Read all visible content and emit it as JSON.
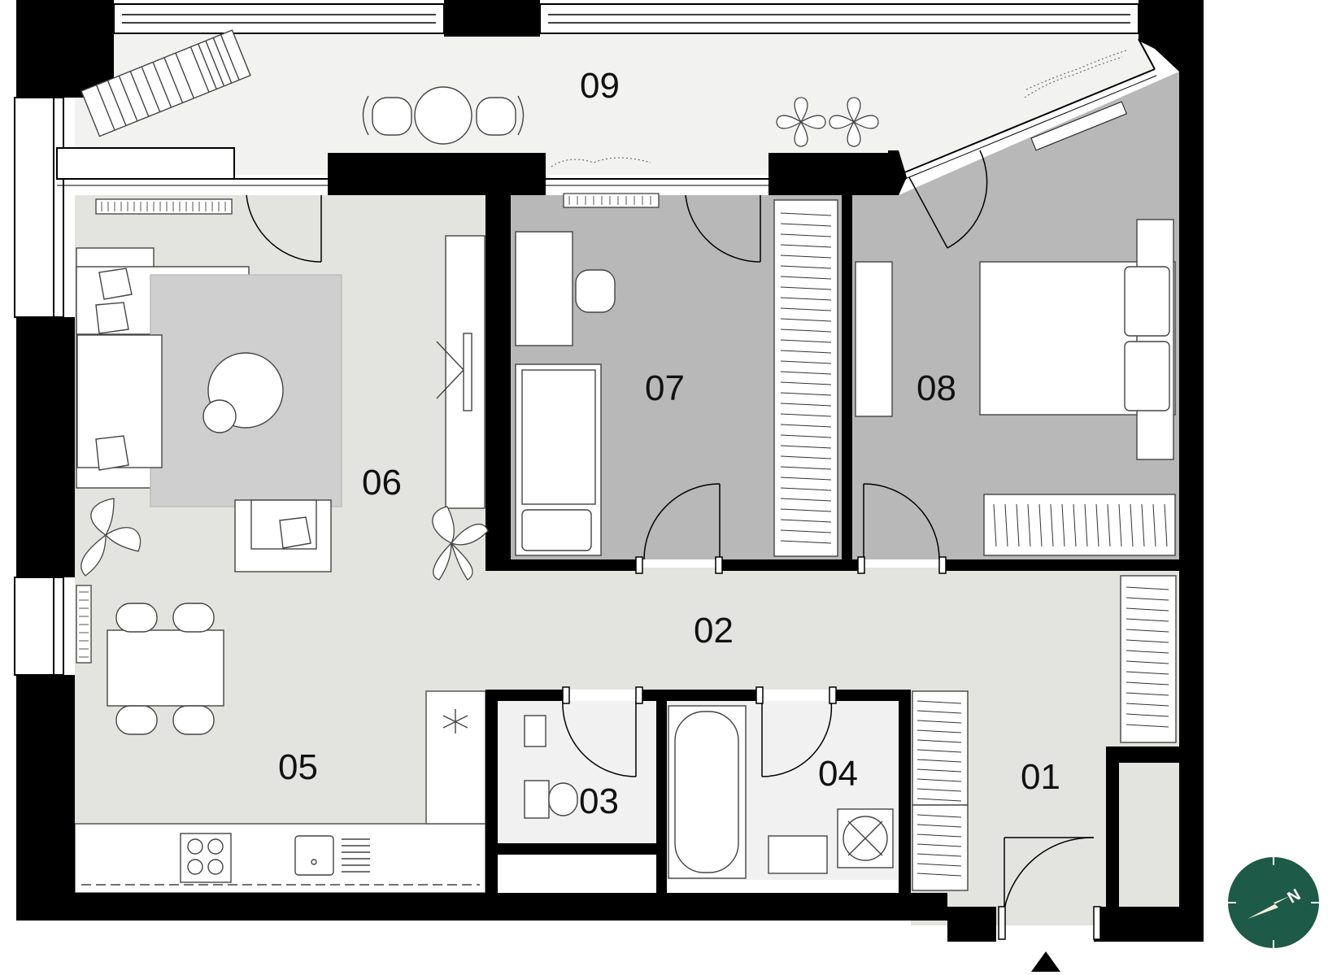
{
  "rooms": [
    {
      "id": "01",
      "label": "01"
    },
    {
      "id": "02",
      "label": "02"
    },
    {
      "id": "03",
      "label": "03"
    },
    {
      "id": "04",
      "label": "04"
    },
    {
      "id": "05",
      "label": "05"
    },
    {
      "id": "06",
      "label": "06"
    },
    {
      "id": "07",
      "label": "07"
    },
    {
      "id": "08",
      "label": "08"
    },
    {
      "id": "09",
      "label": "09"
    }
  ],
  "compass": {
    "letter": "N"
  },
  "colors": {
    "wall": "#000000",
    "living_floor": "#e3e4df",
    "bedroom_floor": "#b8b8b8",
    "balcony_floor": "#f2f2f1",
    "bathroom_floor": "#f1f1f1",
    "compass_bg": "#1e5a48"
  },
  "icons": [
    "entrance-arrow-icon",
    "compass-icon",
    "plant-icon"
  ]
}
